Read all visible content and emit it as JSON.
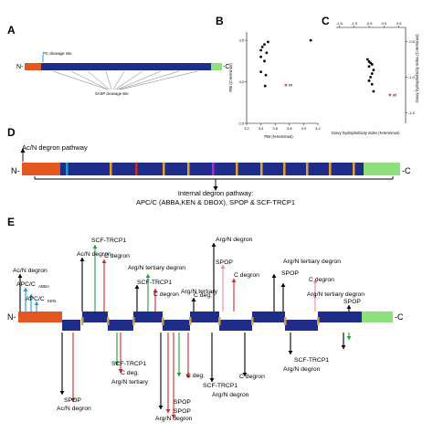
{
  "panels": {
    "A": "A",
    "B": "B",
    "C": "C",
    "D": "D",
    "E": "E"
  },
  "panel_a": {
    "n_label": "N-",
    "c_label": "-C",
    "pc_label": "PC cleavage site",
    "sasp_label": "SASP cleavage site"
  },
  "chart_data": [
    {
      "type": "scatter",
      "panel": "B",
      "xlabel": "PBI (N-terminus)",
      "ylabel": "PBI (C-terminus)",
      "xticks": [
        "3.2",
        "3.4",
        "3.6",
        "3.8",
        "4.0",
        "4.2"
      ],
      "yticks": [
        "2.5",
        "3.0",
        "3.5"
      ],
      "xlim": [
        3.2,
        4.2
      ],
      "ylim": [
        2.5,
        3.6
      ],
      "series": [
        {
          "name": "",
          "color": "#000000",
          "points": [
            [
              3.4,
              3.38
            ],
            [
              3.45,
              3.45
            ],
            [
              3.42,
              3.42
            ],
            [
              3.5,
              3.48
            ],
            [
              3.48,
              3.35
            ],
            [
              3.4,
              3.3
            ],
            [
              3.45,
              3.25
            ],
            [
              3.4,
              3.12
            ],
            [
              3.47,
              3.08
            ],
            [
              3.46,
              2.95
            ],
            [
              4.1,
              3.5
            ]
          ]
        },
        {
          "name": "",
          "color": "#cc44aa",
          "points": [
            [
              3.75,
              2.96
            ]
          ]
        }
      ],
      "annotation": "wt"
    },
    {
      "type": "scatter",
      "panel": "C",
      "xlabel": "Gravy hydrophobicity index (N-terminus)",
      "ylabel": "Gravy hydrophobicity index (C-terminus)",
      "xticks": [
        "-1.5",
        "-1.0",
        "-0.5",
        "0.0",
        "0.5"
      ],
      "yticks": [
        "-1.5",
        "-1.0",
        "-0.5"
      ],
      "xlim": [
        -1.6,
        0.6
      ],
      "ylim": [
        -1.65,
        -0.3
      ],
      "series": [
        {
          "name": "",
          "color": "#000000",
          "points": [
            [
              -0.55,
              -0.75
            ],
            [
              -0.5,
              -0.78
            ],
            [
              -0.45,
              -0.8
            ],
            [
              -0.4,
              -0.82
            ],
            [
              -0.5,
              -0.85
            ],
            [
              -0.35,
              -0.9
            ],
            [
              -0.4,
              -0.95
            ],
            [
              -0.45,
              -1.0
            ],
            [
              -0.5,
              -1.05
            ],
            [
              -0.4,
              -1.1
            ],
            [
              -0.35,
              -1.2
            ]
          ]
        },
        {
          "name": "",
          "color": "#cc44aa",
          "points": [
            [
              0.2,
              -1.25
            ]
          ]
        }
      ],
      "annotation": "wt"
    }
  ],
  "panel_d": {
    "n_label": "N-",
    "c_label": "-C",
    "top_label": "Ac/N degron pathway",
    "internal_line1": "Internal degron pathway:",
    "internal_line2": "APC/C (ABBA,KEN & DBOX), SPOP & SCF-TRCP1"
  },
  "panel_e": {
    "n_label": "N-",
    "c_label": "-C",
    "labels": {
      "ac_n_top": "Ac/N degron",
      "apc_abba": "APC/C",
      "apc_abba_sub": "ABBA",
      "apc_ken": "APC/C",
      "apc_ken_sub": "KEN",
      "ac_n_degron_2": "Ac/N degron",
      "scf_trcp1_1": "SCF-TRCP1",
      "c_degron_1": "C degron",
      "arg_n_tertiary_1": "Arg/N tertiary degron",
      "scf_trcp1_2": "SCF-TRCP1",
      "c_degron_2": "C degron",
      "arg_n_degron": "Arg/N degron",
      "c_deg_top": "C deg.",
      "arg_n_tertiary_2": "Arg/N tertiary",
      "c_degron_3": "C degron",
      "spop_top_1": "SPOP",
      "arg_n_tertiary_3": "Arg/N tertiary degron",
      "spop_top_2": "SPOP",
      "c_degron_4": "C degron",
      "arg_n_tertiary_4": "Arg/N tertiary degron",
      "spop_top_3": "SPOP",
      "spop_b1": "SPOP",
      "ac_n_b": "Ac/N degron",
      "scf_b1": "SCF-TRCP1",
      "c_deg_b1": "C deg.",
      "arg_n_tert_b": "Arg/N tertiary",
      "c_deg_b2": "C deg.",
      "spop_b2": "SPOP",
      "spop_b3": "SPOP",
      "arg_n_degron_b": "Arg/N degron",
      "scf_b2": "SCF-TRCP1",
      "arg_n_degron_b2": "Arg/N degron",
      "c_degron_b": "C degron",
      "scf_b3": "SCF-TRCP1",
      "arg_n_degron_b3": "Arg/N degron"
    }
  }
}
